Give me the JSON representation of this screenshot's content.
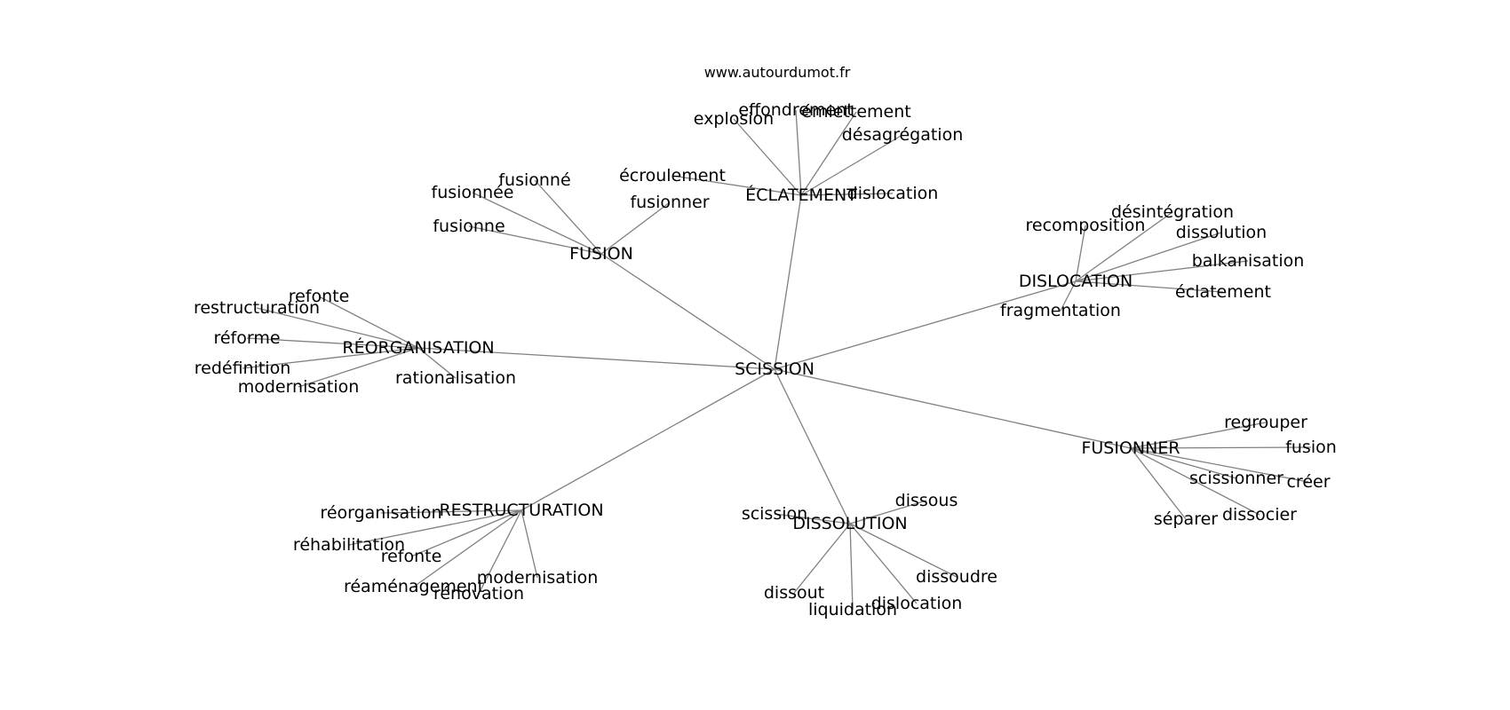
{
  "site_url": "www.autourdumot.fr",
  "center_word": "SCISSION",
  "clusters": [
    {
      "key": "fusion",
      "label": "FUSION",
      "words": [
        "fusionné",
        "fusionnée",
        "fusionne",
        "fusionner"
      ]
    },
    {
      "key": "eclatement",
      "label": "ÉCLATEMENT",
      "words": [
        "explosion",
        "effondrement",
        "émiettement",
        "désagrégation",
        "écroulement",
        "dislocation"
      ]
    },
    {
      "key": "dislocation",
      "label": "DISLOCATION",
      "words": [
        "désintégration",
        "recomposition",
        "dissolution",
        "balkanisation",
        "éclatement",
        "fragmentation"
      ]
    },
    {
      "key": "reorganisation",
      "label": "RÉORGANISATION",
      "words": [
        "refonte",
        "restructuration",
        "réforme",
        "redéfinition",
        "modernisation",
        "rationalisation"
      ]
    },
    {
      "key": "fusionner",
      "label": "FUSIONNER",
      "words": [
        "regrouper",
        "fusion",
        "scissionner",
        "créer",
        "séparer",
        "dissocier"
      ]
    },
    {
      "key": "restructuration",
      "label": "RESTRUCTURATION",
      "words": [
        "réorganisation",
        "réhabilitation",
        "refonte",
        "réaménagement",
        "modernisation",
        "rénovation"
      ]
    },
    {
      "key": "dissolution",
      "label": "DISSOLUTION",
      "words": [
        "scission",
        "dissous",
        "dissoudre",
        "dissout",
        "liquidation",
        "dislocation"
      ]
    }
  ]
}
